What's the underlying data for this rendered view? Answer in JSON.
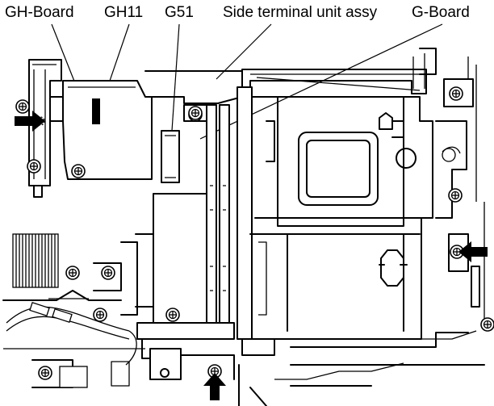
{
  "callouts": {
    "gh_board": "GH-Board",
    "gh11": "GH11",
    "g51": "G51",
    "side_terminal_unit_assy": "Side terminal unit assy",
    "g_board": "G-Board"
  },
  "arrows": [
    {
      "id": "arrow-left",
      "direction": "right"
    },
    {
      "id": "arrow-right",
      "direction": "left"
    },
    {
      "id": "arrow-bottom",
      "direction": "up"
    }
  ],
  "colors": {
    "line": "#000000",
    "background": "#ffffff"
  }
}
